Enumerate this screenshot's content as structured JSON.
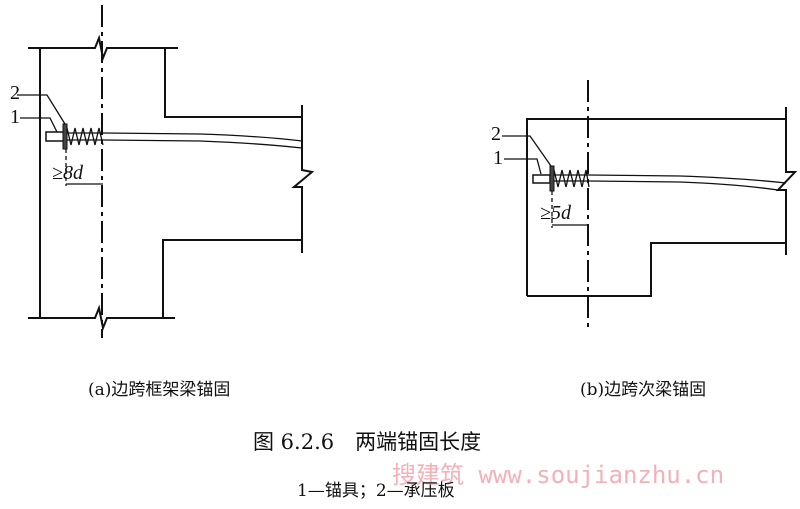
{
  "diagram_a": {
    "label_1": "1",
    "label_2": "2",
    "dimension": "≥8d",
    "caption": "(a)边跨框架梁锚固"
  },
  "diagram_b": {
    "label_1": "1",
    "label_2": "2",
    "dimension": "≥5d",
    "caption": "(b)边跨次梁锚固"
  },
  "figure": {
    "title": "图 6.2.6　两端锚固长度",
    "legend": "1—锚具；2—承压板"
  },
  "watermark": "搜建筑 www.soujianzhu.cn",
  "colors": {
    "line": "#111111",
    "watermark": "#f0a4ad"
  }
}
